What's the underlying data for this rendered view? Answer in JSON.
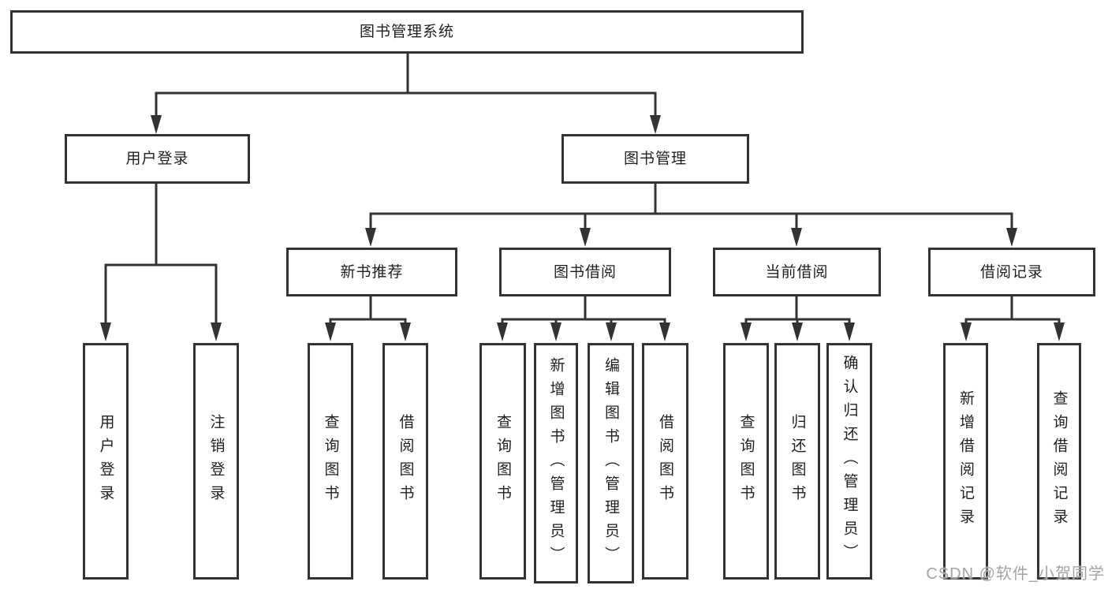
{
  "diagram": {
    "root": {
      "label": "图书管理系统"
    },
    "branches": [
      {
        "label": "用户登录",
        "children": [
          {
            "label": "用户登录"
          },
          {
            "label": "注销登录"
          }
        ]
      },
      {
        "label": "图书管理",
        "sections": [
          {
            "label": "新书推荐",
            "children": [
              {
                "label": "查询图书"
              },
              {
                "label": "借阅图书"
              }
            ]
          },
          {
            "label": "图书借阅",
            "children": [
              {
                "label": "查询图书"
              },
              {
                "label": "新增图书（管理员）"
              },
              {
                "label": "编辑图书（管理员）"
              },
              {
                "label": "借阅图书"
              }
            ]
          },
          {
            "label": "当前借阅",
            "children": [
              {
                "label": "查询图书"
              },
              {
                "label": "归还图书"
              },
              {
                "label": "确认归还（管理员）"
              }
            ]
          },
          {
            "label": "借阅记录",
            "children": [
              {
                "label": "新增借阅记录"
              },
              {
                "label": "查询借阅记录"
              }
            ]
          }
        ]
      }
    ]
  },
  "watermark": {
    "text": "CSDN @软件_小贺同学"
  },
  "colors": {
    "line": "#333333",
    "border": "#333333",
    "text": "#1f1f1f",
    "watermark": "#a3a3a3",
    "background": "#ffffff"
  }
}
